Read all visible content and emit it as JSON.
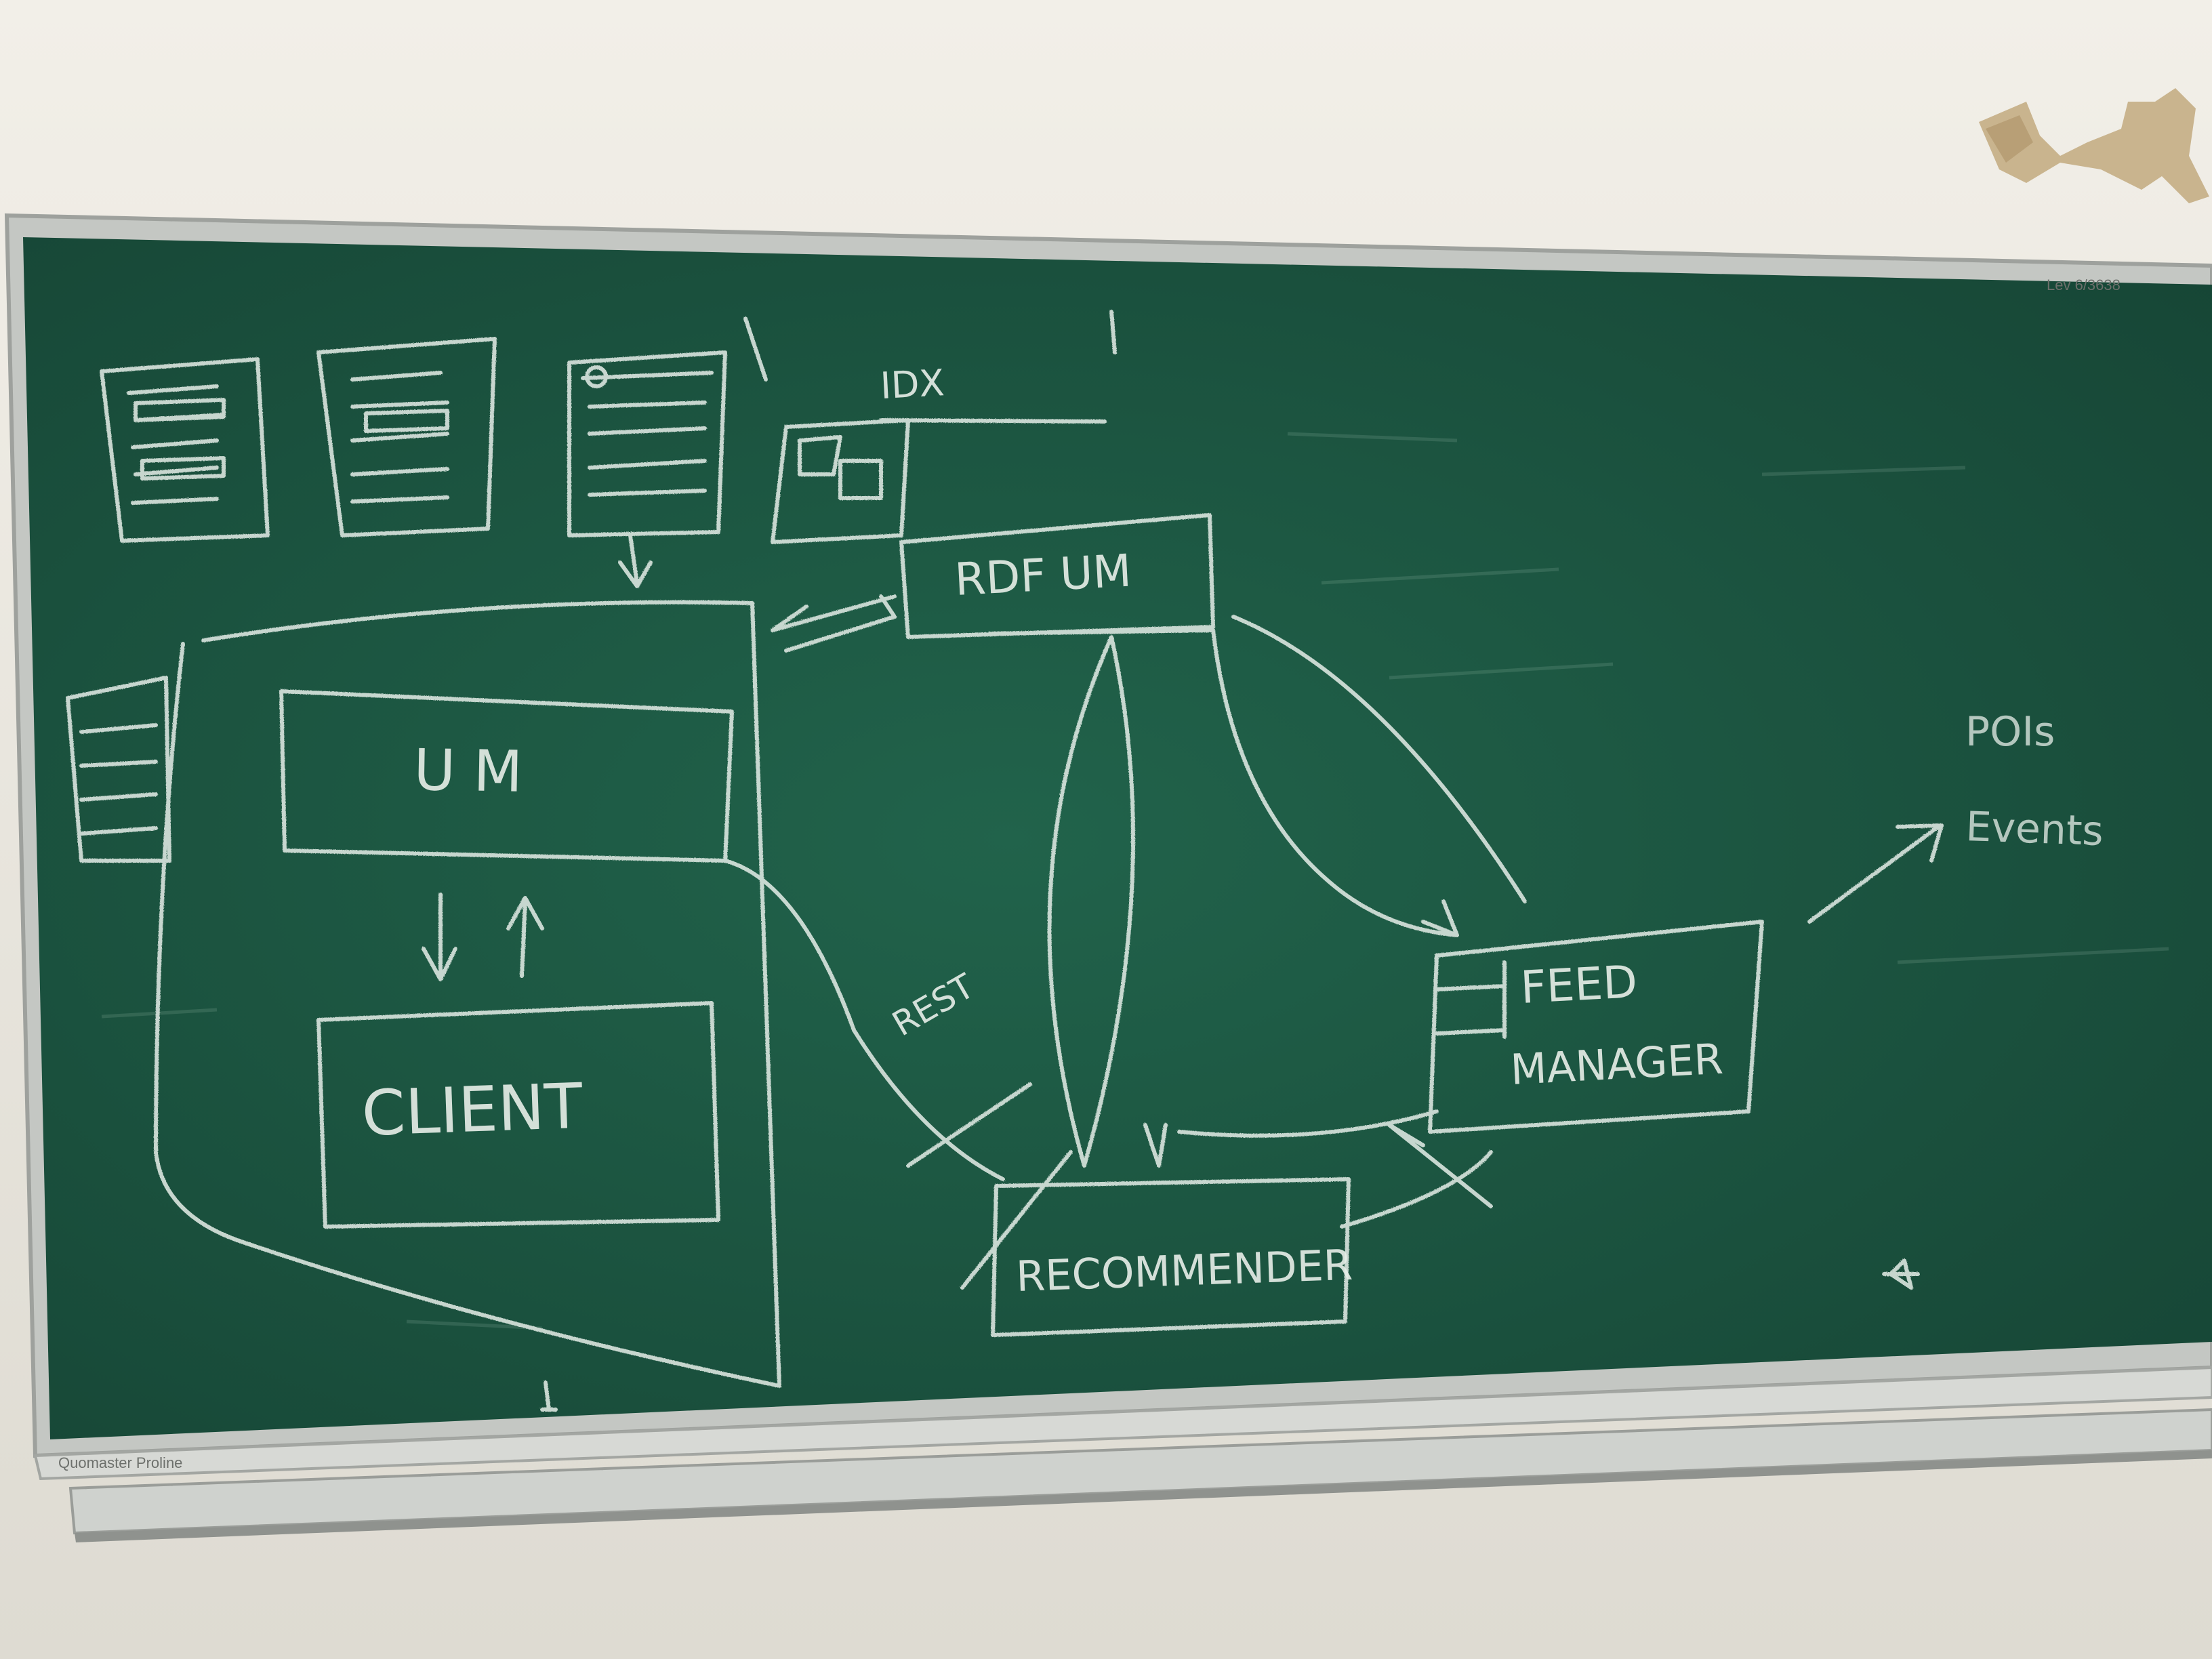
{
  "board": {
    "corner_text": "Lev 6/3638",
    "brand_text": "Quomaster  Proline",
    "surface_color": "#1f5a45",
    "frame_color": "#b9bcb8",
    "wall_color": "#e9e6dd"
  },
  "sketch": {
    "idx_label": "IDX",
    "rdf_um_label": "RDF   UM",
    "um_label": "U M",
    "client_label": "CLIENT",
    "rest_label": "REST",
    "feed_manager_line1": "FEED",
    "feed_manager_line2": "MANAGER",
    "recommender_label": "RECOMMENDER",
    "pois_label": "POIs",
    "events_label": "Events"
  }
}
